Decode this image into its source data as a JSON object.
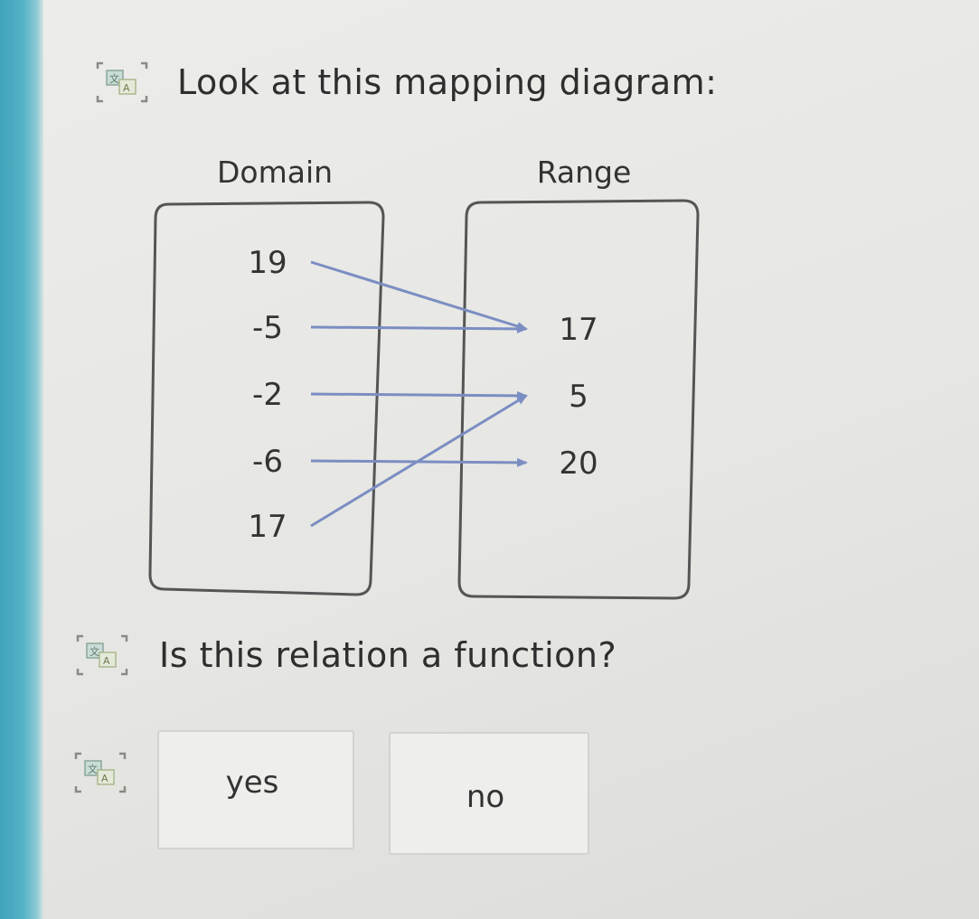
{
  "prompt": "Look at this mapping diagram:",
  "diagram": {
    "domain_title": "Domain",
    "range_title": "Range",
    "domain": [
      "19",
      "-5",
      "-2",
      "-6",
      "17"
    ],
    "range": [
      "17",
      "5",
      "20"
    ],
    "mappings": [
      {
        "from": "19",
        "to": "17"
      },
      {
        "from": "-5",
        "to": "17"
      },
      {
        "from": "-2",
        "to": "5"
      },
      {
        "from": "-6",
        "to": "20"
      },
      {
        "from": "17",
        "to": "5"
      }
    ],
    "arrow_color": "#7b8ec2"
  },
  "question": "Is this relation a function?",
  "answers": {
    "yes": "yes",
    "no": "no"
  },
  "icons": {
    "audio": "text-to-speech-icon"
  },
  "colors": {
    "accent_edge": "#4aa8bd",
    "box_border": "#555555"
  }
}
